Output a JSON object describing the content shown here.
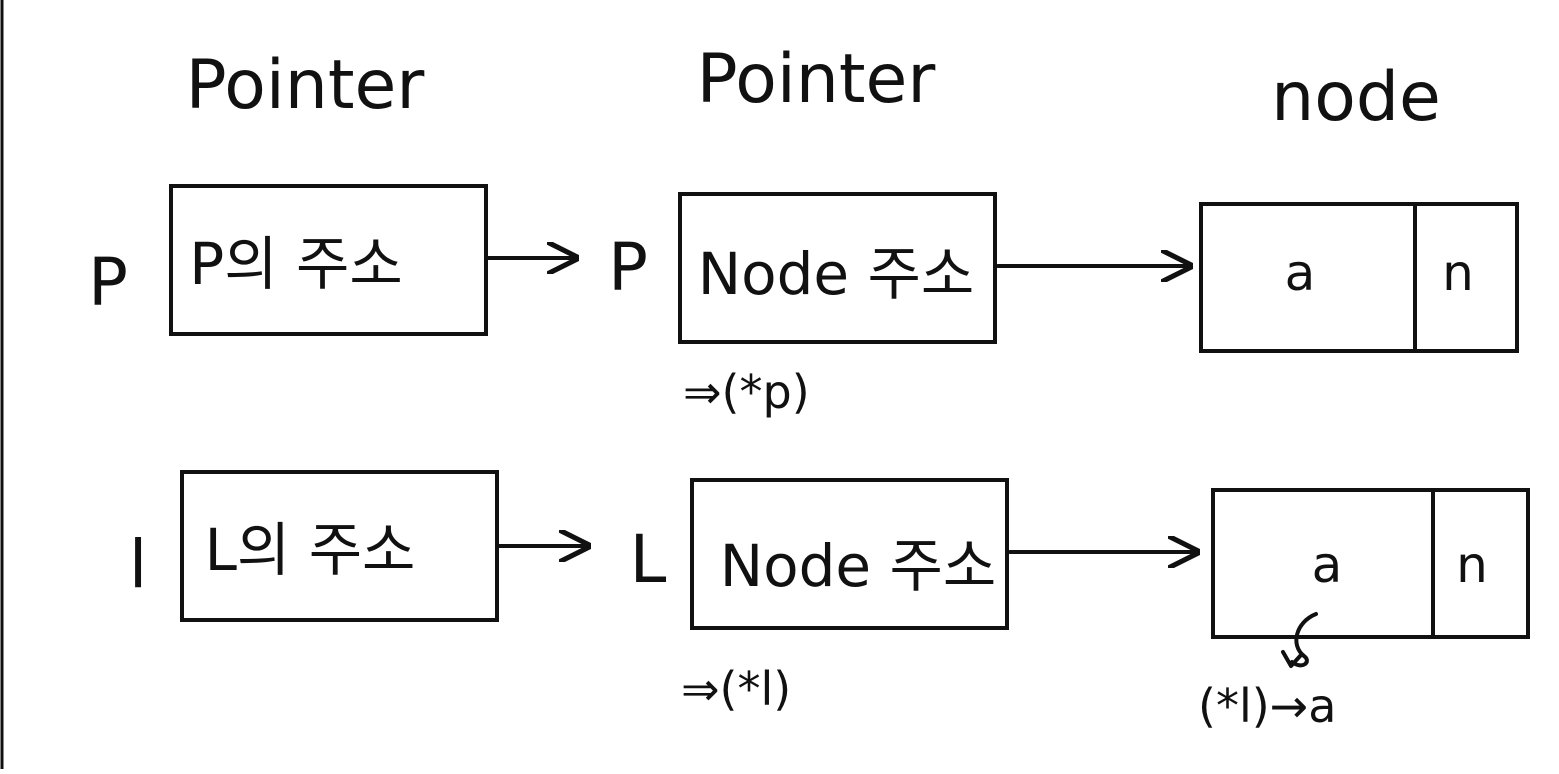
{
  "headers": {
    "col1": "Pointer",
    "col2": "Pointer",
    "col3": "node"
  },
  "row_p": {
    "var_left": "P",
    "box1_text": "P의 주소",
    "var_mid": "P",
    "box2_text": "Node 주소",
    "note_below_box2": "⇒(*p)",
    "node_data": "a",
    "node_next": "n"
  },
  "row_l": {
    "var_left": "l",
    "box1_text": "L의 주소",
    "var_mid": "L",
    "box2_text": "Node 주소",
    "note_below_box2": "⇒(*l)",
    "node_data": "a",
    "node_next": "n",
    "note_below_node": "(*l)→a"
  },
  "colors": {
    "ink": "#111111",
    "background": "#ffffff"
  }
}
